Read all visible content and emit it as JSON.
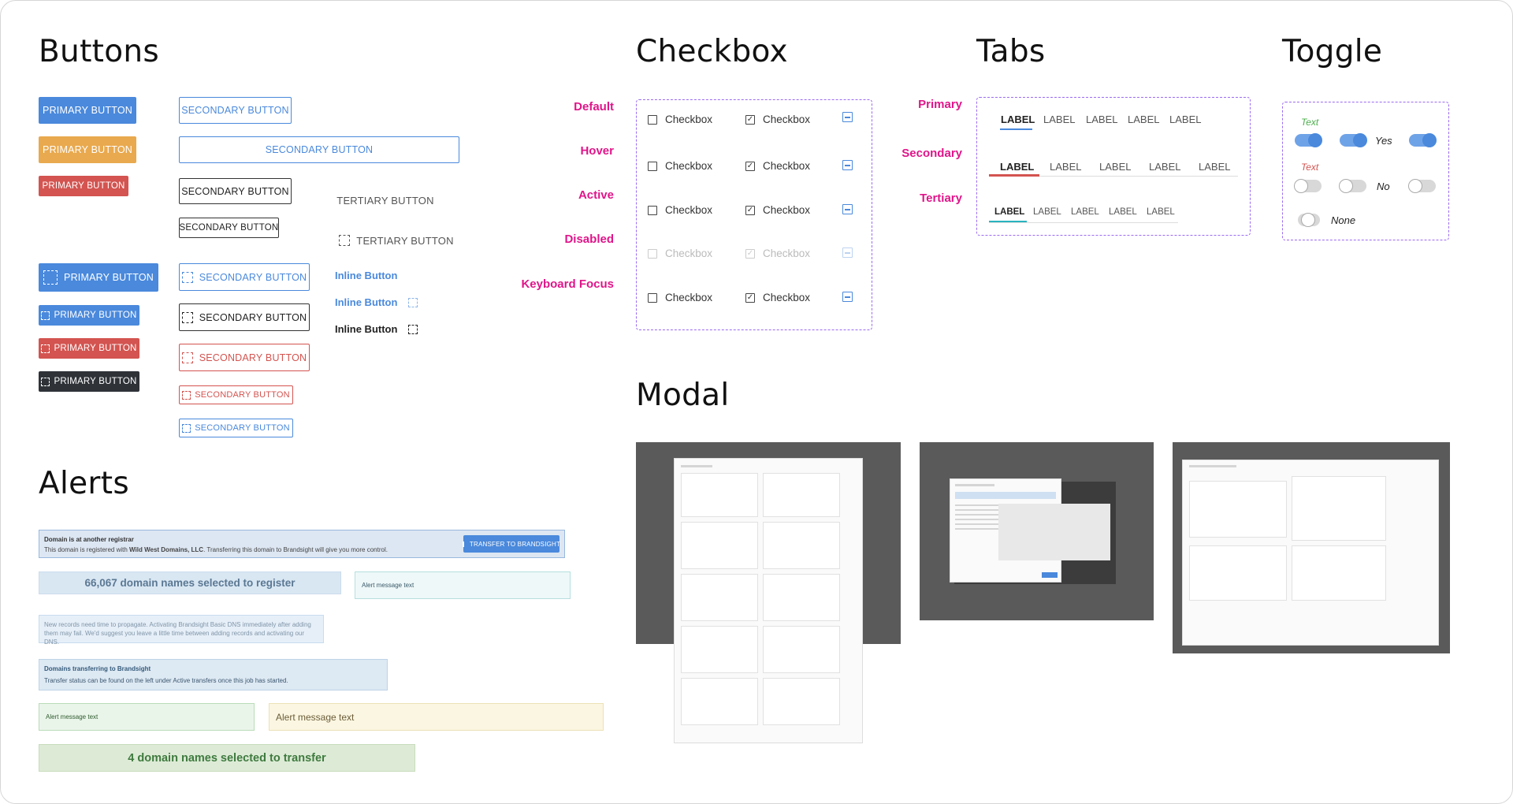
{
  "headings": {
    "buttons": "Buttons",
    "checkbox": "Checkbox",
    "tabs": "Tabs",
    "toggle": "Toggle",
    "alerts": "Alerts",
    "modal": "Modal"
  },
  "buttons": {
    "primary": "PRIMARY BUTTON",
    "secondary": "SECONDARY BUTTON",
    "tertiary": "TERTIARY BUTTON",
    "inline": "Inline Button"
  },
  "checkbox": {
    "states": [
      "Default",
      "Hover",
      "Active",
      "Disabled",
      "Keyboard Focus"
    ],
    "label": "Checkbox"
  },
  "tabs": {
    "variants": [
      "Primary",
      "Secondary",
      "Tertiary"
    ],
    "label": "LABEL"
  },
  "toggle": {
    "text_label": "Text",
    "yes": "Yes",
    "no": "No",
    "none": "None"
  },
  "alerts": {
    "registrar_title": "Domain is at another registrar",
    "registrar_body_prefix": "This domain is registered with ",
    "registrar_body_bold": "Wild West Domains, LLC",
    "registrar_body_suffix": ". Transferring this domain to Brandsight will give you more control.",
    "transfer_button": "TRANSFER TO BRANDSIGHT",
    "selected_register": "66,067 domain names selected to register",
    "alert_message": "Alert message text",
    "propagate": "New records need time to propagate. Activating Brandsight Basic DNS immediately after adding them may fail. We'd suggest you leave a little time between adding records and activating our DNS.",
    "transferring_title": "Domains transferring to Brandsight",
    "transferring_body": "Transfer status can be found on the left under Active transfers once this job has started.",
    "selected_transfer": "4 domain names selected to transfer"
  },
  "colors": {
    "primary": "#4a89dc",
    "warning": "#e9a94e",
    "danger": "#d35450",
    "dark": "#2f3338",
    "state_label": "#e0158a",
    "focus_outline": "#9b6bf2"
  }
}
